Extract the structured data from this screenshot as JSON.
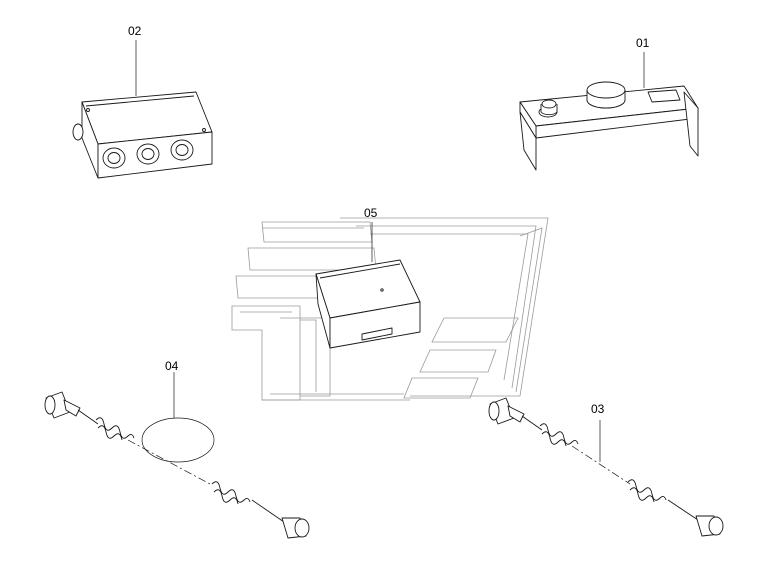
{
  "callouts": [
    {
      "id": "01",
      "label": "01"
    },
    {
      "id": "02",
      "label": "02"
    },
    {
      "id": "03",
      "label": "03"
    },
    {
      "id": "04",
      "label": "04"
    },
    {
      "id": "05",
      "label": "05"
    }
  ],
  "colors": {
    "ink": "#1a1a1a",
    "watermark": "#9a9a9a",
    "background": "#ffffff"
  }
}
